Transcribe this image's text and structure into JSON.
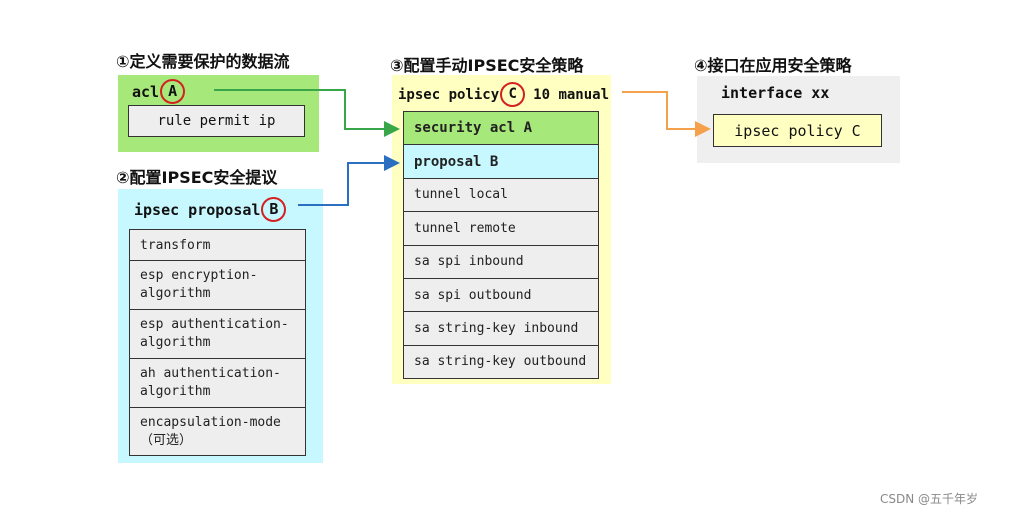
{
  "sections": {
    "acl_title": "①定义需要保护的数据流",
    "proposal_title": "②配置IPSEC安全提议",
    "policy_title": "③配置手动IPSEC安全策略",
    "interface_title": "④接口在应用安全策略"
  },
  "acl": {
    "keyword": "acl",
    "marker": "A",
    "rule": "rule permit ip"
  },
  "proposal": {
    "keyword": "ipsec proposal",
    "marker": "B",
    "items": [
      "transform",
      "esp encryption-\nalgorithm",
      "esp authentication-\nalgorithm",
      "ah authentication-\nalgorithm",
      "encapsulation-mode\n（可选）"
    ]
  },
  "policy": {
    "keyword": "ipsec policy",
    "marker": "C",
    "suffix": "10 manual",
    "items": [
      "security acl A",
      "proposal B",
      "tunnel local",
      "tunnel remote",
      "sa spi inbound",
      "sa spi outbound",
      "sa string-key inbound",
      "sa string-key outbound"
    ]
  },
  "interface": {
    "keyword": "interface xx",
    "apply": "ipsec policy C"
  },
  "colors": {
    "acl_bg": "#a6e87a",
    "proposal_bg": "#c8f8ff",
    "policy_bg": "#ffffc2",
    "interface_bg": "#efefef",
    "arrow_green": "#3aa64a",
    "arrow_blue": "#2a6fc0",
    "arrow_orange": "#f5a04a",
    "marker_red": "#d42020"
  },
  "watermark": "CSDN @五千年岁"
}
